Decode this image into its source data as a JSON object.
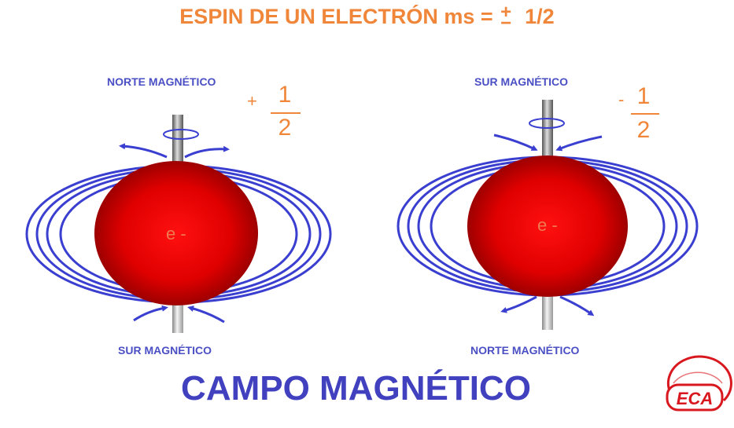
{
  "title": {
    "text_before": "ESPIN DE UN ELECTRÓN ms = ",
    "plus": "+",
    "minus": "−",
    "text_after": "1/2"
  },
  "left": {
    "top_label": "NORTE MAGNÉTICO",
    "bottom_label": "SUR MAGNÉTICO",
    "sign": "+",
    "numerator": "1",
    "denominator": "2",
    "electron": "e -"
  },
  "right": {
    "top_label": "SUR MAGNÉTICO",
    "bottom_label": "NORTE MAGNÉTICO",
    "sign": "-",
    "numerator": "1",
    "denominator": "2",
    "electron": "e -"
  },
  "footer": "CAMPO MAGNÉTICO",
  "logo": {
    "text": "ECA"
  },
  "colors": {
    "orange": "#f0863a",
    "blue": "#4141c0",
    "field": "#3a3fd0",
    "sphere": "#d40000",
    "logo_red": "#d8181e"
  }
}
